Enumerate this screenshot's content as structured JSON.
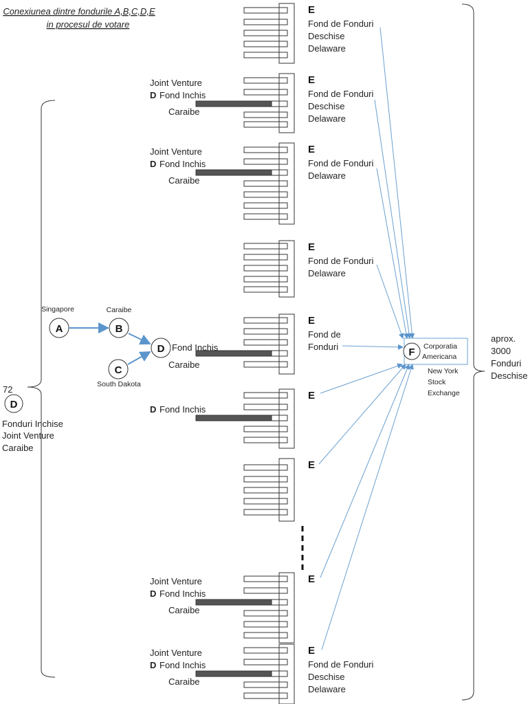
{
  "title": [
    "Conexiunea dintre fondurile A,B,C,D,E",
    "in procesul de votare"
  ],
  "nodes": {
    "A": {
      "letter": "A",
      "label": "Singapore"
    },
    "B": {
      "letter": "B",
      "label": "Caraibe"
    },
    "C": {
      "letter": "C",
      "label": "South Dakota"
    },
    "D": {
      "letter": "D",
      "label1": "Fond Inchis",
      "label2": "Caraibe"
    },
    "F": {
      "letter": "F",
      "label": [
        "Corporatia",
        "Americana"
      ],
      "exchange": [
        "New York",
        "Stock",
        "Exchange"
      ]
    }
  },
  "left_group": {
    "count": "72",
    "letter": "D",
    "lines": [
      "Fonduri Inchise",
      "Joint Venture",
      "Caraibe"
    ]
  },
  "right_group": {
    "lines": [
      "aprox.",
      "3000",
      "Fonduri",
      "Deschise"
    ]
  },
  "blocks": [
    {
      "e": "E",
      "lines": [
        "Fond de Fonduri",
        "Deschise",
        "Delaware"
      ],
      "d": null
    },
    {
      "e": "E",
      "lines": [
        "Fond de Fonduri",
        "Deschise",
        "Delaware"
      ],
      "d": [
        "Joint Venture",
        "D",
        "Fond Inchis",
        "Caraibe"
      ]
    },
    {
      "e": "E",
      "lines": [
        "Fond de Fonduri",
        "Delaware"
      ],
      "d": [
        "Joint Venture",
        "D",
        "Fond Inchis",
        "Caraibe"
      ]
    },
    {
      "e": "E",
      "lines": [
        "Fond de Fonduri",
        "Delaware"
      ],
      "d": null
    },
    {
      "e": "E",
      "lines": [
        "Fond de",
        "Fonduri"
      ],
      "d": null
    },
    {
      "e": "E",
      "lines": [],
      "d": [
        "",
        "D",
        "Fond Inchis",
        ""
      ]
    },
    {
      "e": "E",
      "lines": [],
      "d": null
    },
    {
      "e": "E",
      "lines": [],
      "d": [
        "Joint Venture",
        "D",
        "Fond Inchis",
        "Caraibe"
      ]
    },
    {
      "e": "E",
      "lines": [
        "Fond de Fonduri",
        "Deschise",
        "Delaware"
      ],
      "d": [
        "Joint Venture",
        "D",
        "Fond Inchis",
        "Caraibe"
      ]
    }
  ],
  "colors": {
    "arrow": "#6a9fd0",
    "dark_bar": "#555555"
  }
}
